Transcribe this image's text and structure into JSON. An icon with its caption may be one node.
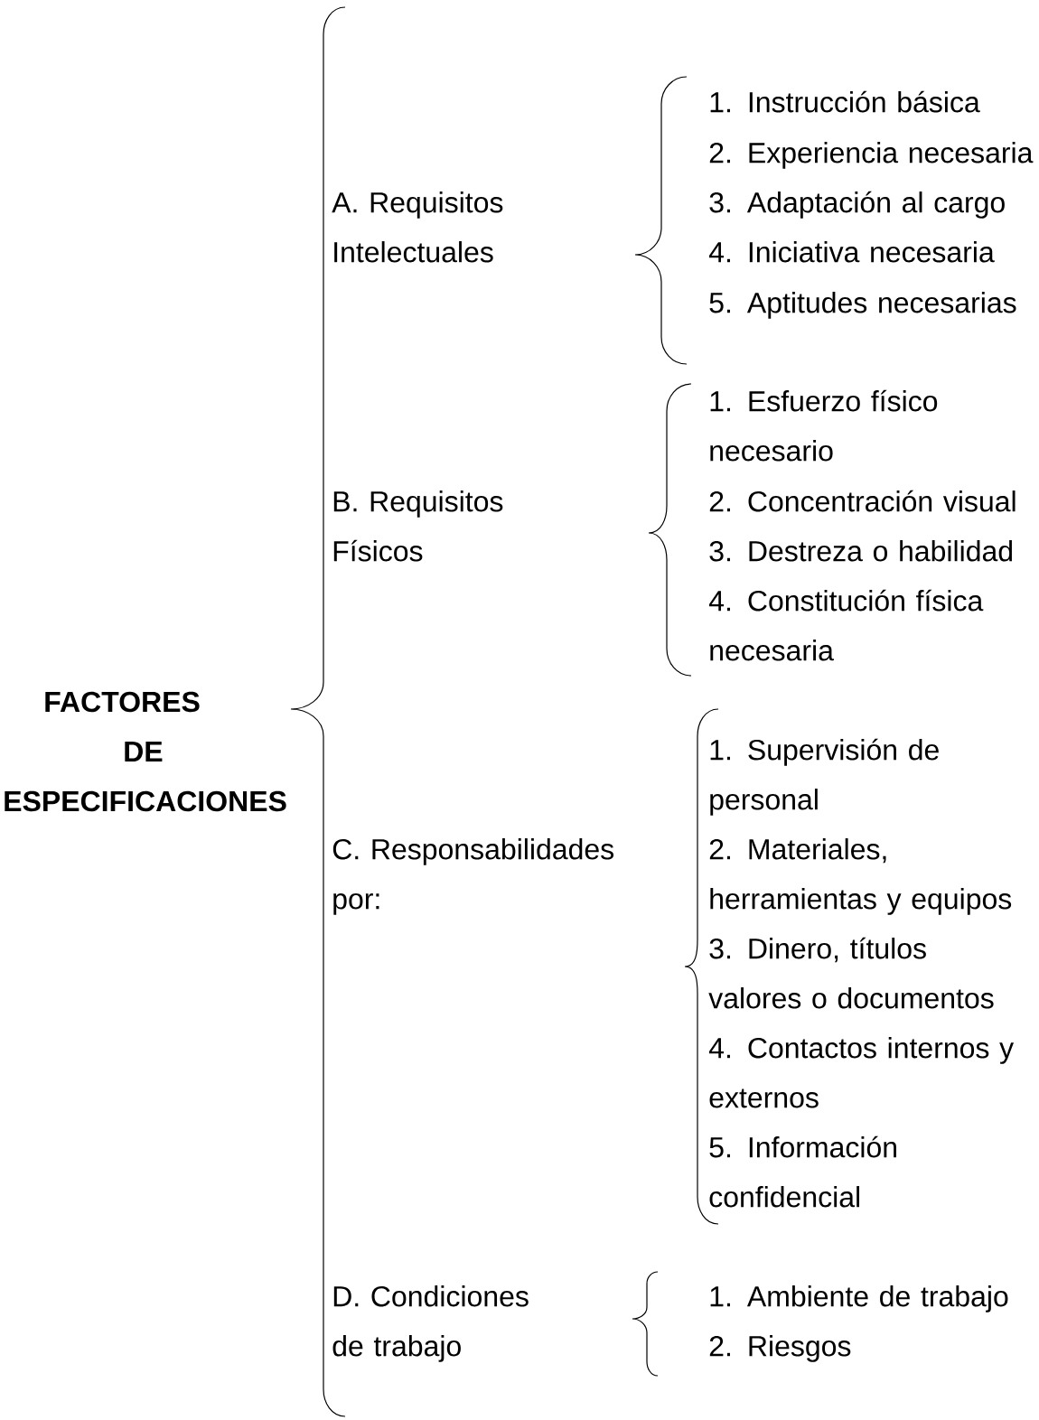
{
  "diagram": {
    "labels": [
      "FACTORES",
      "DE",
      "ESPECIFICACIONES",
      "A. Requisitos Intelectuales",
      "1. Instrucción básica",
      "2. Experiencia necesaria",
      "3. Adaptación al cargo",
      "4. Iniciativa necesaria",
      "5. Aptitudes necesarias",
      "B. Requisitos Físicos",
      "1. Esfuerzo físico necesario",
      "2. Concentración visual",
      "3. Destreza o habilidad",
      "4. Constitución física necesaria",
      "C. Responsabilidades por:",
      "1. Supervisión de personal",
      "2. Materiales, herramientas y equipos",
      "3. Dinero, títulos valores o documentos",
      "4. Contactos internos y externos",
      "5. Información confidencial",
      "D. Condiciones de trabajo",
      "1. Ambiente de trabajo",
      "2. Riesgos"
    ]
  }
}
